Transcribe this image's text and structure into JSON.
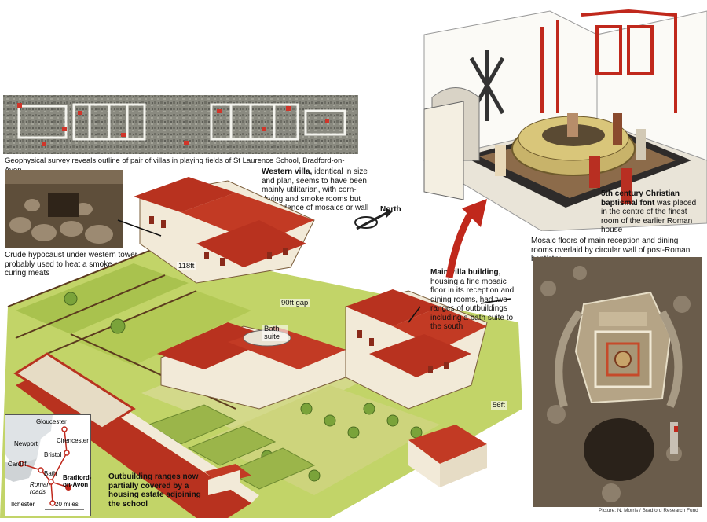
{
  "captions": {
    "geophys": "Geophysical survey reveals outline of pair of villas in playing fields of St Laurence School, Bradford-on-Avon",
    "western_bold": "Western villa,",
    "western_rest": " identical in size and plan, seems to have been mainly utilitarian, with corn-drying and smoke rooms but no evidence of mosaics or wall plaster",
    "hypocaust": "Crude hypocaust under western tower probably used to heat a smoke room for curing meats",
    "main_bold": "Main villa building,",
    "main_rest": " housing a fine mosaic floor in its reception and dining rooms, had two ranges of outbuildings including a bath suite to the south",
    "font_bold": "5th century Christian baptismal font",
    "font_rest": " was placed in the centre of the finest room of the earlier Roman house",
    "mosaic": "Mosaic floors of main reception and dining rooms overlaid by circular wall of post-Roman baptistry",
    "outbuilding": "Outbuilding ranges now partially covered by a housing estate adjoining the school",
    "credit": "Picture: N. Morris / Bradford Research Fund"
  },
  "labels": {
    "north": "North",
    "dim_118": "118ft",
    "gap": "90ft gap",
    "bath": "Bath suite",
    "dim_56": "56ft"
  },
  "map": {
    "places": [
      "Gloucester",
      "Newport",
      "Cirencester",
      "Bristol",
      "Cardiff",
      "Bath",
      "Bradford-on-Avon",
      "Ilchester"
    ],
    "roads": "Roman roads",
    "scale": "20 miles"
  },
  "colors": {
    "roof": "#b8321f",
    "wall": "#f2ead8",
    "grass": "#b9cf5a",
    "field": "#cfd77a",
    "arrow": "#c0281c"
  }
}
